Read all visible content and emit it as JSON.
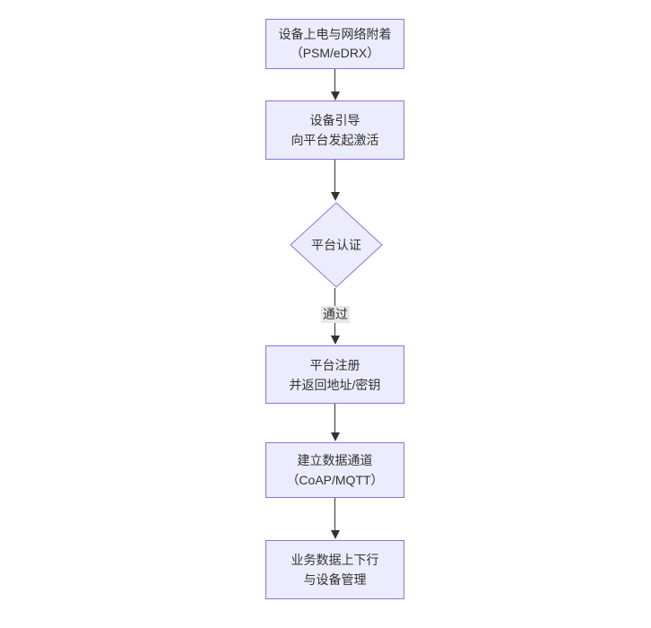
{
  "diagram": {
    "type": "flowchart-top-down",
    "nodes": {
      "power_attach": {
        "line1": "设备上电与网络附着",
        "line2": "（PSM/eDRX）"
      },
      "bootstrap": {
        "line1": "设备引导",
        "line2": "向平台发起激活"
      },
      "auth": {
        "label": "平台认证"
      },
      "register": {
        "line1": "平台注册",
        "line2": "并返回地址/密钥"
      },
      "channel": {
        "line1": "建立数据通道",
        "line2": "（CoAP/MQTT）"
      },
      "business": {
        "line1": "业务数据上下行",
        "line2": "与设备管理"
      }
    },
    "edges": {
      "pass_label": "通过"
    },
    "colors": {
      "canvas_bg": "#ffffff",
      "node_fill": "#ECECFF",
      "node_border": "#9370DB",
      "line": "#333333",
      "text": "#333333",
      "label_bg": "#e8e8e8"
    }
  }
}
